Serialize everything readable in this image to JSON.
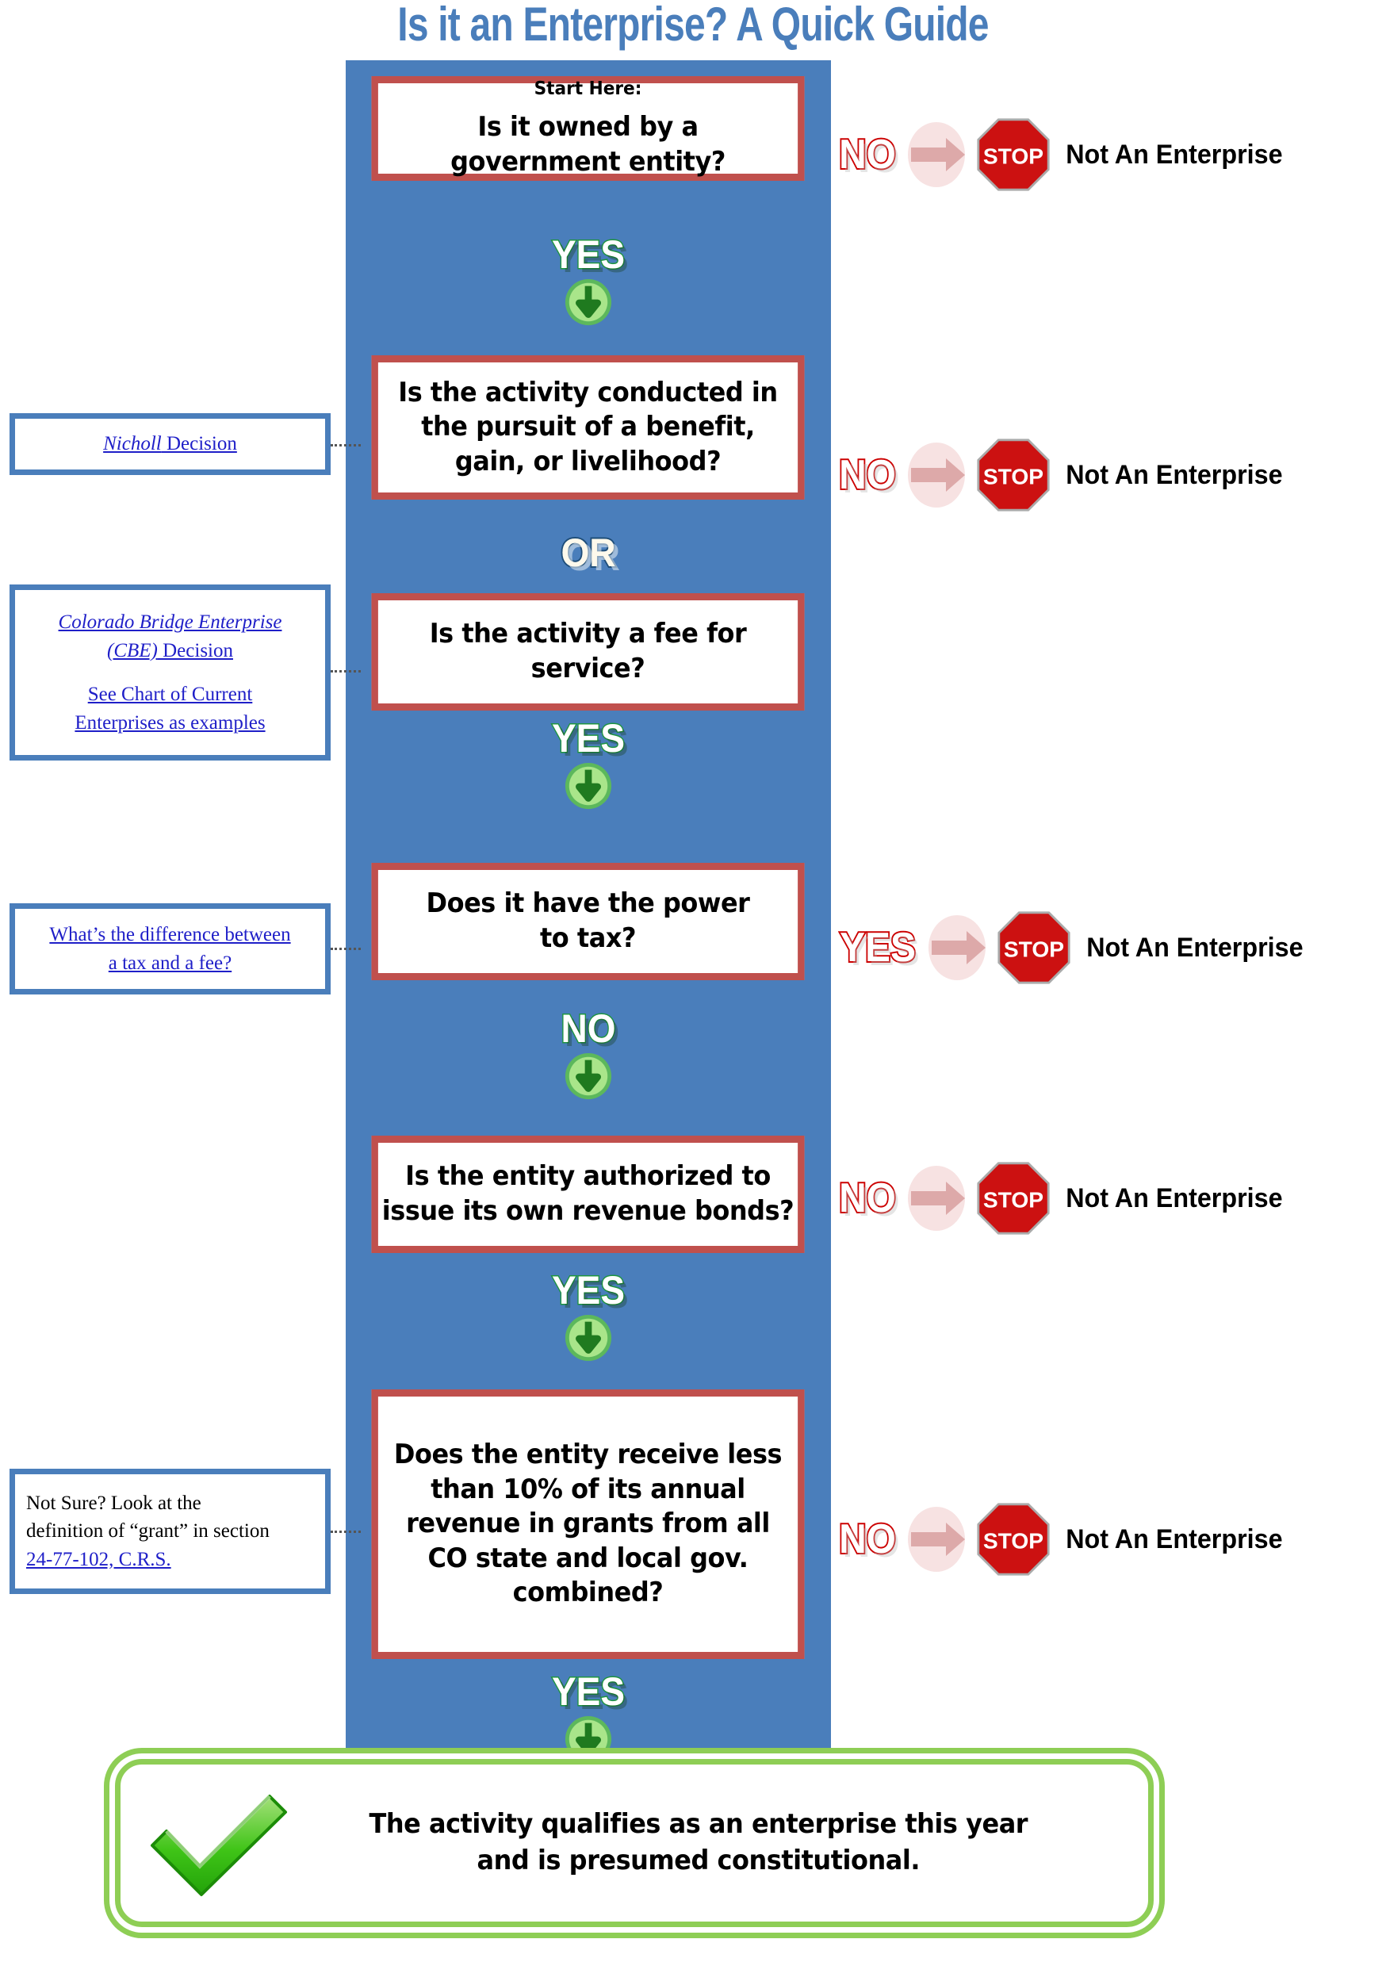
{
  "title": "Is it an Enterprise? A Quick Guide",
  "colors": {
    "title_blue": "#4a7ebb",
    "spine_blue": "#4a7ebb",
    "box_border_red": "#c0504d",
    "stop_red": "#cc0000",
    "yes_green": "#1e9440",
    "final_green": "#8ece55",
    "link_blue": "#1f1fc8"
  },
  "questions": [
    {
      "id": "q1",
      "prefix": "Start Here:",
      "lines": [
        "Is it owned by a",
        "government entity?"
      ]
    },
    {
      "id": "q2",
      "prefix": "",
      "lines": [
        "Is the activity conducted in",
        "the pursuit of a benefit,",
        "gain, or livelihood?"
      ]
    },
    {
      "id": "q3",
      "prefix": "",
      "lines": [
        "Is the activity a fee for",
        "service?"
      ]
    },
    {
      "id": "q4",
      "prefix": "",
      "lines": [
        "Does it have the power",
        "to tax?"
      ]
    },
    {
      "id": "q5",
      "prefix": "",
      "lines": [
        "Is the entity authorized to",
        "issue its own revenue bonds?"
      ]
    },
    {
      "id": "q6",
      "prefix": "",
      "lines": [
        "Does the entity receive less",
        "than 10% of its annual",
        "revenue in grants from all",
        "CO state and local gov.",
        "combined?"
      ]
    }
  ],
  "connectors": [
    {
      "id": "c1",
      "label": "YES",
      "style": "green",
      "arrow": true
    },
    {
      "id": "c2",
      "label": "OR",
      "style": "or",
      "arrow": false
    },
    {
      "id": "c3",
      "label": "YES",
      "style": "green",
      "arrow": true
    },
    {
      "id": "c4",
      "label": "NO",
      "style": "green",
      "arrow": true
    },
    {
      "id": "c5",
      "label": "YES",
      "style": "green",
      "arrow": true
    },
    {
      "id": "c6",
      "label": "YES",
      "style": "green",
      "arrow": true
    }
  ],
  "stop_rows": [
    {
      "id": "s1",
      "answer": "NO",
      "stop_text": "STOP",
      "result": "Not An Enterprise"
    },
    {
      "id": "s2",
      "answer": "NO",
      "stop_text": "STOP",
      "result": "Not An Enterprise"
    },
    {
      "id": "s3",
      "answer": "YES",
      "stop_text": "STOP",
      "result": "Not An Enterprise"
    },
    {
      "id": "s4",
      "answer": "NO",
      "stop_text": "STOP",
      "result": "Not An Enterprise"
    },
    {
      "id": "s5",
      "answer": "NO",
      "stop_text": "STOP",
      "result": "Not An Enterprise"
    }
  ],
  "notes": [
    {
      "id": "n1",
      "lines": [
        {
          "parts": [
            {
              "t": "Nicholl",
              "italic": true,
              "underline": true,
              "link": true
            },
            {
              "t": " Decision",
              "italic": false,
              "underline": true,
              "link": true
            }
          ]
        }
      ]
    },
    {
      "id": "n2",
      "lines": [
        {
          "parts": [
            {
              "t": "Colorado Bridge Enterprise",
              "italic": true,
              "underline": true,
              "link": true
            }
          ]
        },
        {
          "parts": [
            {
              "t": "(CBE)",
              "italic": true,
              "underline": true,
              "link": true
            },
            {
              "t": " Decision",
              "italic": false,
              "underline": true,
              "link": true
            }
          ]
        },
        {
          "parts": [
            {
              "t": "",
              "italic": false,
              "underline": false,
              "link": false
            }
          ]
        },
        {
          "parts": [
            {
              "t": "See Chart of Current",
              "italic": false,
              "underline": true,
              "link": true
            }
          ]
        },
        {
          "parts": [
            {
              "t": "Enterprises as examples",
              "italic": false,
              "underline": true,
              "link": true
            }
          ]
        }
      ]
    },
    {
      "id": "n3",
      "lines": [
        {
          "parts": [
            {
              "t": "What’s the difference between",
              "italic": false,
              "underline": true,
              "link": true
            }
          ]
        },
        {
          "parts": [
            {
              "t": "a tax and a fee?",
              "italic": false,
              "underline": true,
              "link": true
            }
          ]
        }
      ]
    },
    {
      "id": "n4",
      "lines": [
        {
          "parts": [
            {
              "t": "Not Sure? Look at the",
              "italic": false,
              "underline": false,
              "link": false
            }
          ]
        },
        {
          "parts": [
            {
              "t": "definition of “grant” in section",
              "italic": false,
              "underline": false,
              "link": false
            }
          ]
        },
        {
          "parts": [
            {
              "t": "24-77-102, C.R.S.",
              "italic": false,
              "underline": true,
              "link": true
            }
          ]
        }
      ]
    }
  ],
  "final": {
    "icon": "green-check-icon",
    "lines": [
      "The activity qualifies as an enterprise this year",
      "and is presumed constitutional."
    ]
  }
}
